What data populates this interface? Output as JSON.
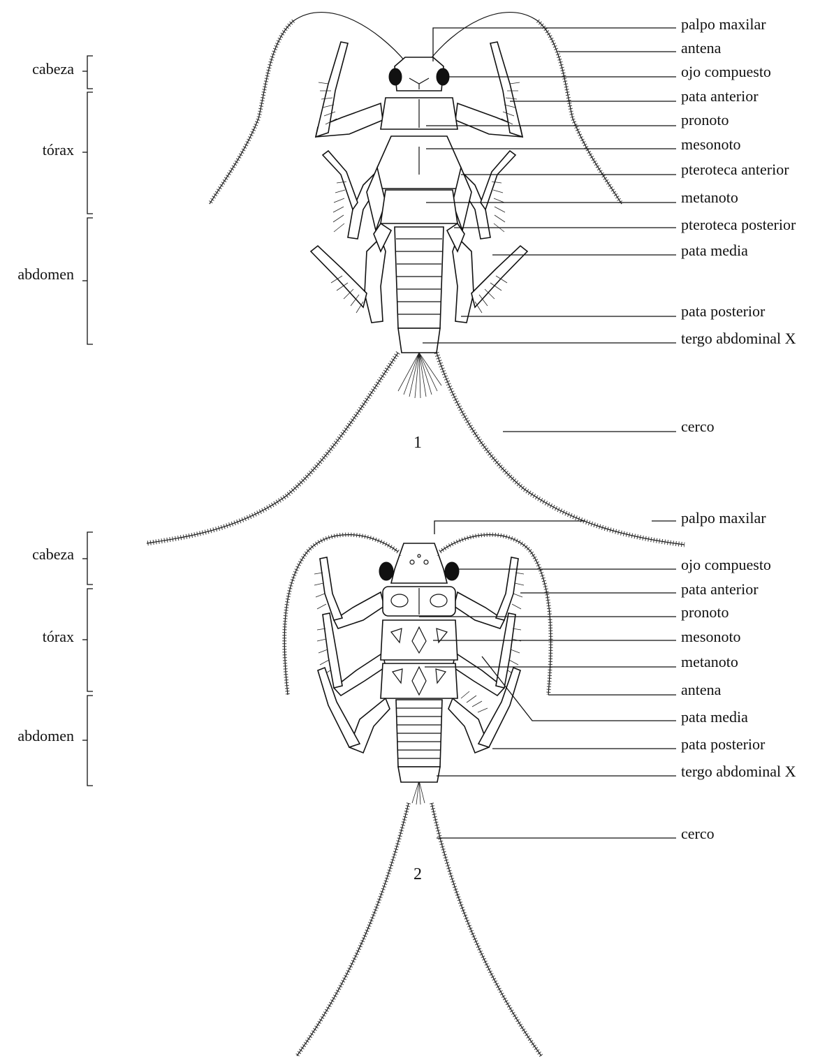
{
  "figure1": {
    "number": "1",
    "regions": {
      "head": "cabeza",
      "thorax": "tórax",
      "abdomen": "abdomen"
    },
    "labels": [
      "palpo maxilar",
      "antena",
      "ojo compuesto",
      "pata anterior",
      "pronoto",
      "mesonoto",
      "pteroteca anterior",
      "metanoto",
      "pteroteca posterior",
      "pata media",
      "pata posterior",
      "tergo abdominal X",
      "cerco"
    ]
  },
  "figure2": {
    "number": "2",
    "regions": {
      "head": "cabeza",
      "thorax": "tórax",
      "abdomen": "abdomen"
    },
    "labels": [
      "palpo maxilar",
      "ojo compuesto",
      "pata anterior",
      "pronoto",
      "mesonoto",
      "metanoto",
      "antena",
      "pata media",
      "pata posterior",
      "tergo abdominal X",
      "cerco"
    ]
  }
}
